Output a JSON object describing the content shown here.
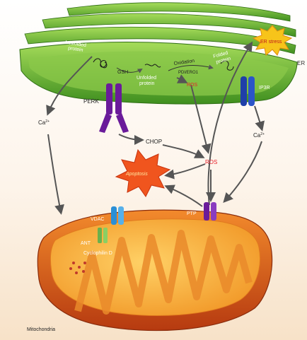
{
  "labels": {
    "er": "ER",
    "misfolded_protein": [
      "Misfolded",
      "protein"
    ],
    "gsh": "GSH",
    "unfolded_protein": [
      "Unfolded",
      "protein"
    ],
    "oxidation": "Oxidation",
    "pdi_ero1": "PDI/ERO1",
    "folded_protein": [
      "Folded",
      "protein"
    ],
    "ros_er": "ROS",
    "er_stress": "ER stress",
    "perk": "PERK",
    "ip3r": "IP3R",
    "ca_left": "Ca",
    "ca_right": "Ca",
    "ca_superscript": "2+",
    "chop": "CHOP",
    "ros_center": "ROS",
    "apoptosis": "Apoptosis",
    "vdac": "VDAC",
    "ant": "ANT",
    "cyclophilin_d": "Cyclophilin D",
    "ptp": "PTP",
    "mitochondria": "Mitochondria"
  },
  "colors": {
    "er_dark": "#3f8f1f",
    "er_light": "#8fd14a",
    "perk": "#6a1b9a",
    "ip3r": "#1f3fa8",
    "vdac": "#2a8fd6",
    "ant": "#6ab04c",
    "ptp": "#6a1b9a",
    "mito_outer": "#d9541a",
    "mito_inner": "#f7a733",
    "ros_text": "#e8202a",
    "apoptosis_fill": "#f0551e",
    "er_stress_fill": "#f7c41a",
    "arrow": "#555555"
  }
}
